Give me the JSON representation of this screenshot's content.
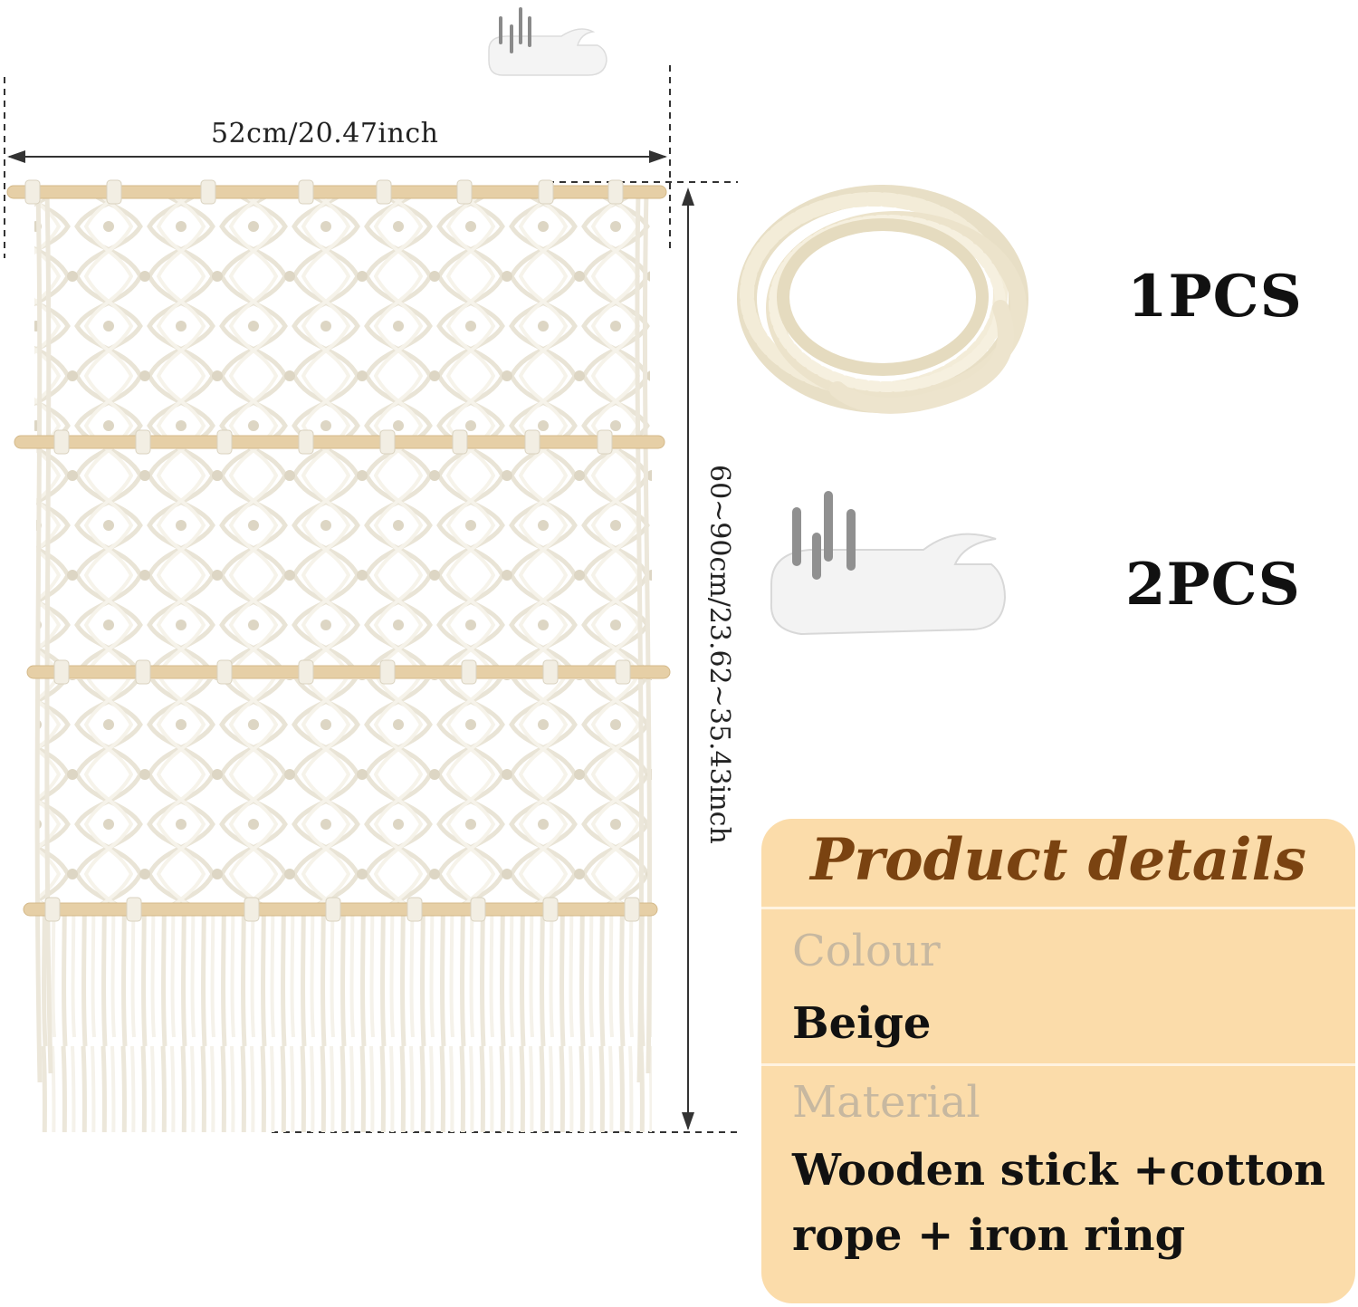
{
  "dimensions": {
    "width_label": "52cm/20.47inch",
    "height_label": "60~90cm/23.62~35.43inch"
  },
  "accessories": [
    {
      "name": "cotton rope coil",
      "quantity": "1PCS"
    },
    {
      "name": "wall hook",
      "quantity": "2PCS"
    }
  ],
  "details": {
    "title": "Product details",
    "colour_label": "Colour",
    "colour_value": "Beige",
    "material_label": "Material",
    "material_value": "Wooden stick +cotton rope + iron ring"
  },
  "colors": {
    "card_background": "#fbdcaa",
    "title_brown": "#7a4311",
    "rope_cream": "#f3efe4",
    "wood": "#e6cfa6"
  }
}
